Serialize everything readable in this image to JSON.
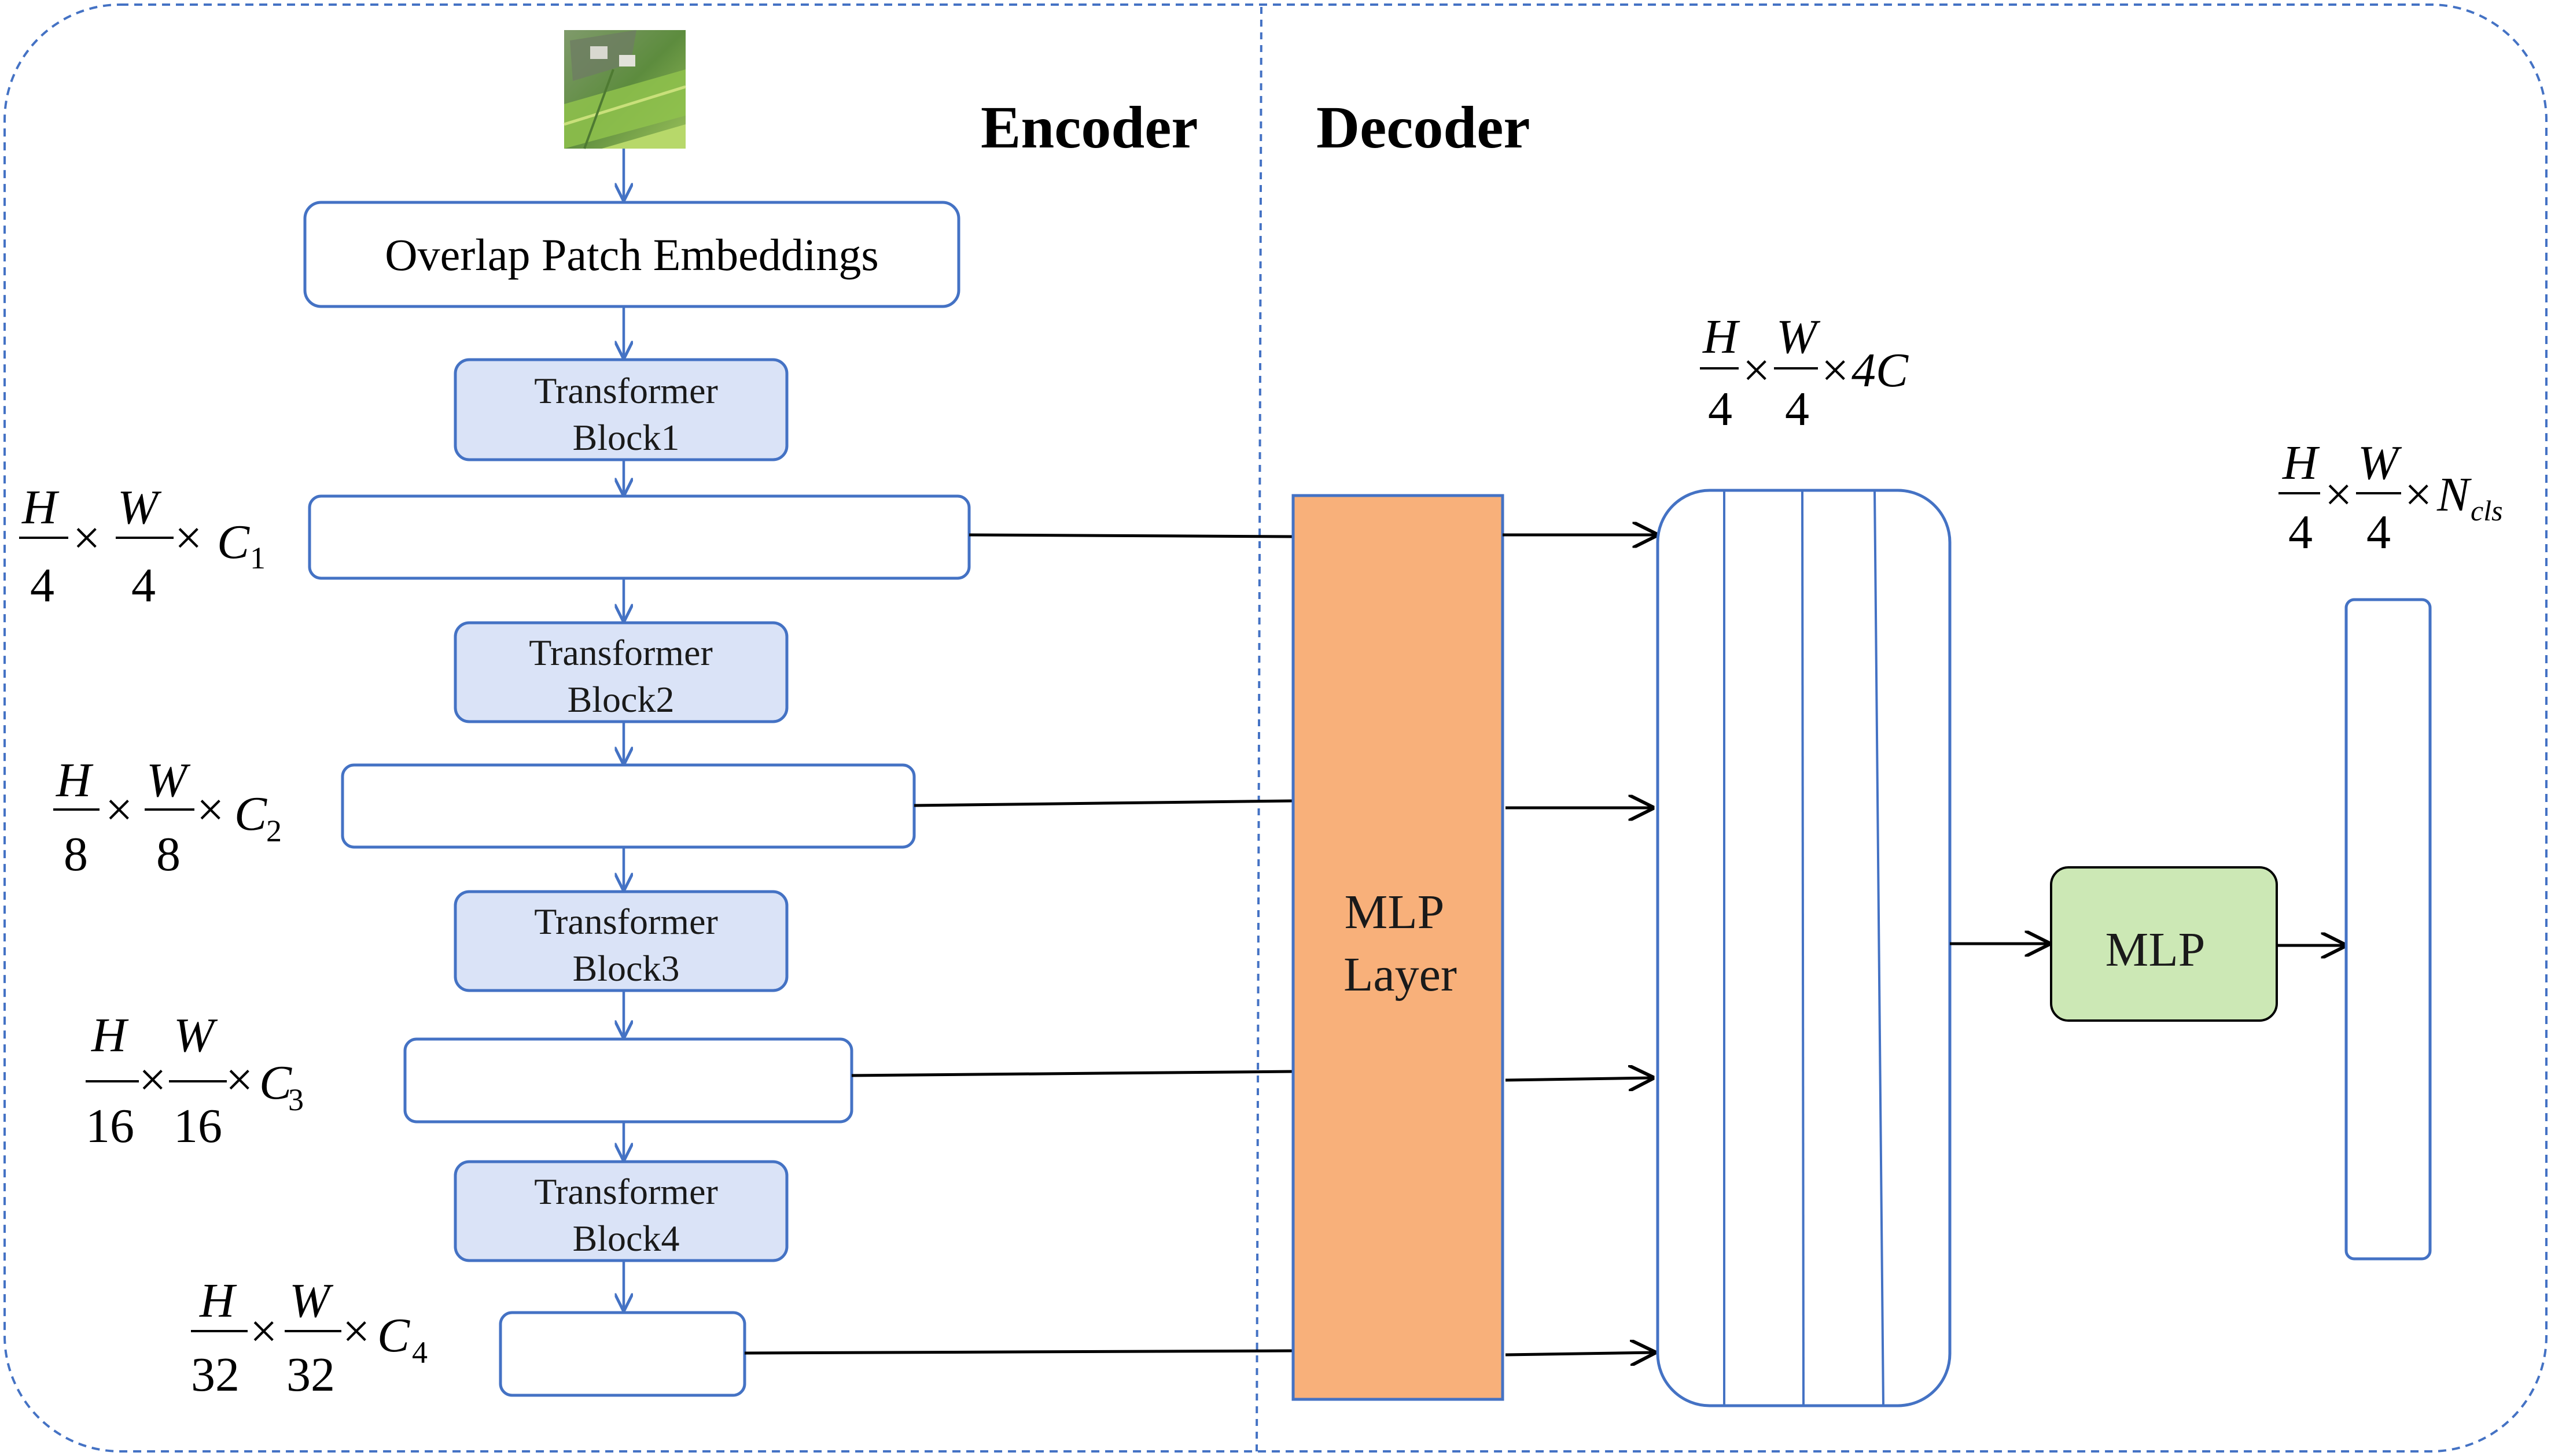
{
  "headings": {
    "encoder": "Encoder",
    "decoder": "Decoder"
  },
  "encoder": {
    "patch_embed_label": "Overlap Patch Embeddings",
    "blocks": [
      {
        "line1": "Transformer",
        "line2": "Block1"
      },
      {
        "line1": "Transformer",
        "line2": "Block2"
      },
      {
        "line1": "Transformer",
        "line2": "Block3"
      },
      {
        "line1": "Transformer",
        "line2": "Block4"
      }
    ],
    "features": [
      {
        "h": "H",
        "w": "W",
        "hd": "4",
        "wd": "4",
        "c": "C",
        "ci": "1"
      },
      {
        "h": "H",
        "w": "W",
        "hd": "8",
        "wd": "8",
        "c": "C",
        "ci": "2"
      },
      {
        "h": "H",
        "w": "W",
        "hd": "16",
        "wd": "16",
        "c": "C",
        "ci": "3"
      },
      {
        "h": "H",
        "w": "W",
        "hd": "32",
        "wd": "32",
        "c": "C",
        "ci": "4"
      }
    ]
  },
  "decoder": {
    "mlp_layer_line1": "MLP",
    "mlp_layer_line2": "Layer",
    "concat_dims": {
      "h": "H",
      "w": "W",
      "hd": "4",
      "wd": "4",
      "c": "4C"
    },
    "mlp_label": "MLP",
    "output_dims": {
      "h": "H",
      "w": "W",
      "hd": "4",
      "wd": "4",
      "n": "N",
      "ni": "cls"
    }
  },
  "symbols": {
    "times": "×"
  },
  "colors": {
    "border_dash": "#4472c4",
    "block_fill": "#dae3f7",
    "block_stroke": "#4472c4",
    "mlp_layer_fill": "#f8b07a",
    "mlp_fill": "#cce8b5"
  },
  "icons": {
    "input_image": "satellite-image-icon"
  }
}
